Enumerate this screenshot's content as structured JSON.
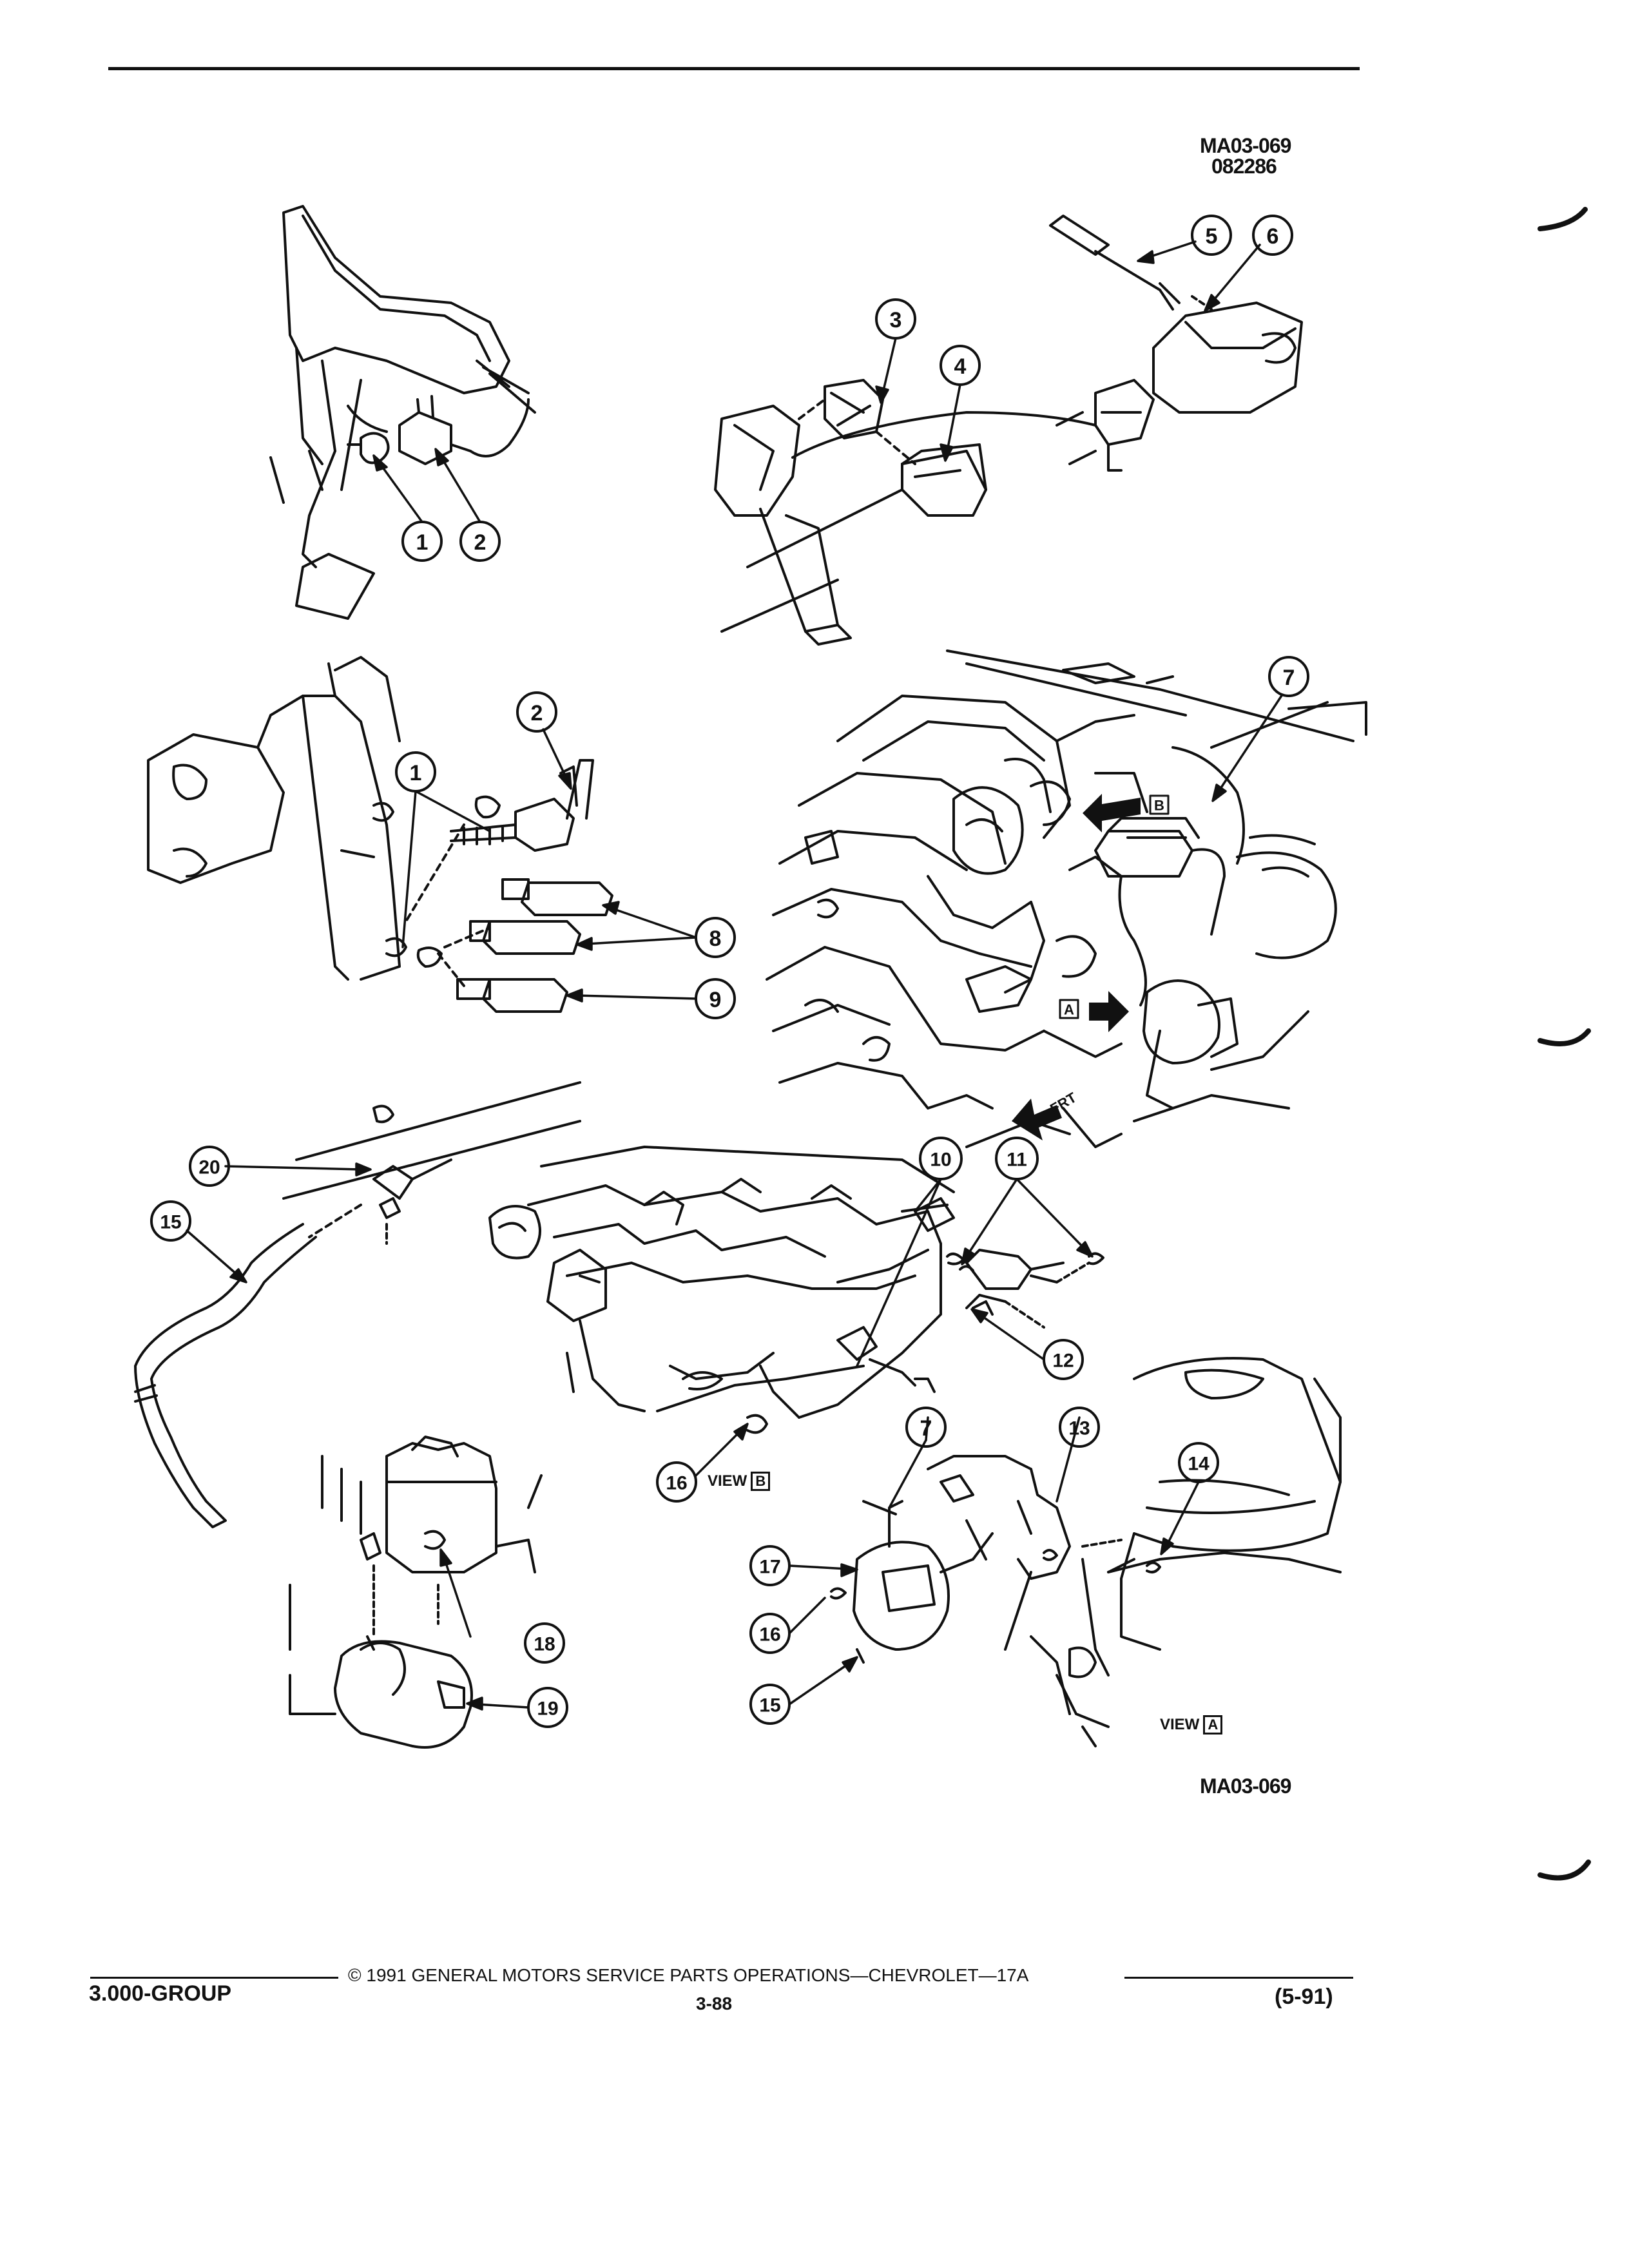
{
  "header": {
    "drawing_code": "MA03-069",
    "drawing_date": "082286"
  },
  "callouts": {
    "c1": "1",
    "c2": "2",
    "c3": "3",
    "c4": "4",
    "c5": "5",
    "c6": "6",
    "c7": "7",
    "c8": "8",
    "c9": "9",
    "c10": "10",
    "c11": "11",
    "c12": "12",
    "c13": "13",
    "c14": "14",
    "c15": "15",
    "c16": "16",
    "c17": "17",
    "c18": "18",
    "c19": "19",
    "c20": "20"
  },
  "labels": {
    "view_b_word": "VIEW",
    "view_b_letter": "B",
    "view_a_word": "VIEW",
    "view_a_letter": "A",
    "marker_a": "A",
    "marker_b": "B",
    "frt": "FRT",
    "bottom_code": "MA03-069"
  },
  "footer": {
    "group": "3.000-GROUP",
    "copyright": "© 1991 GENERAL MOTORS SERVICE PARTS OPERATIONS—CHEVROLET—17A",
    "page": "3-88",
    "date": "(5-91)"
  }
}
